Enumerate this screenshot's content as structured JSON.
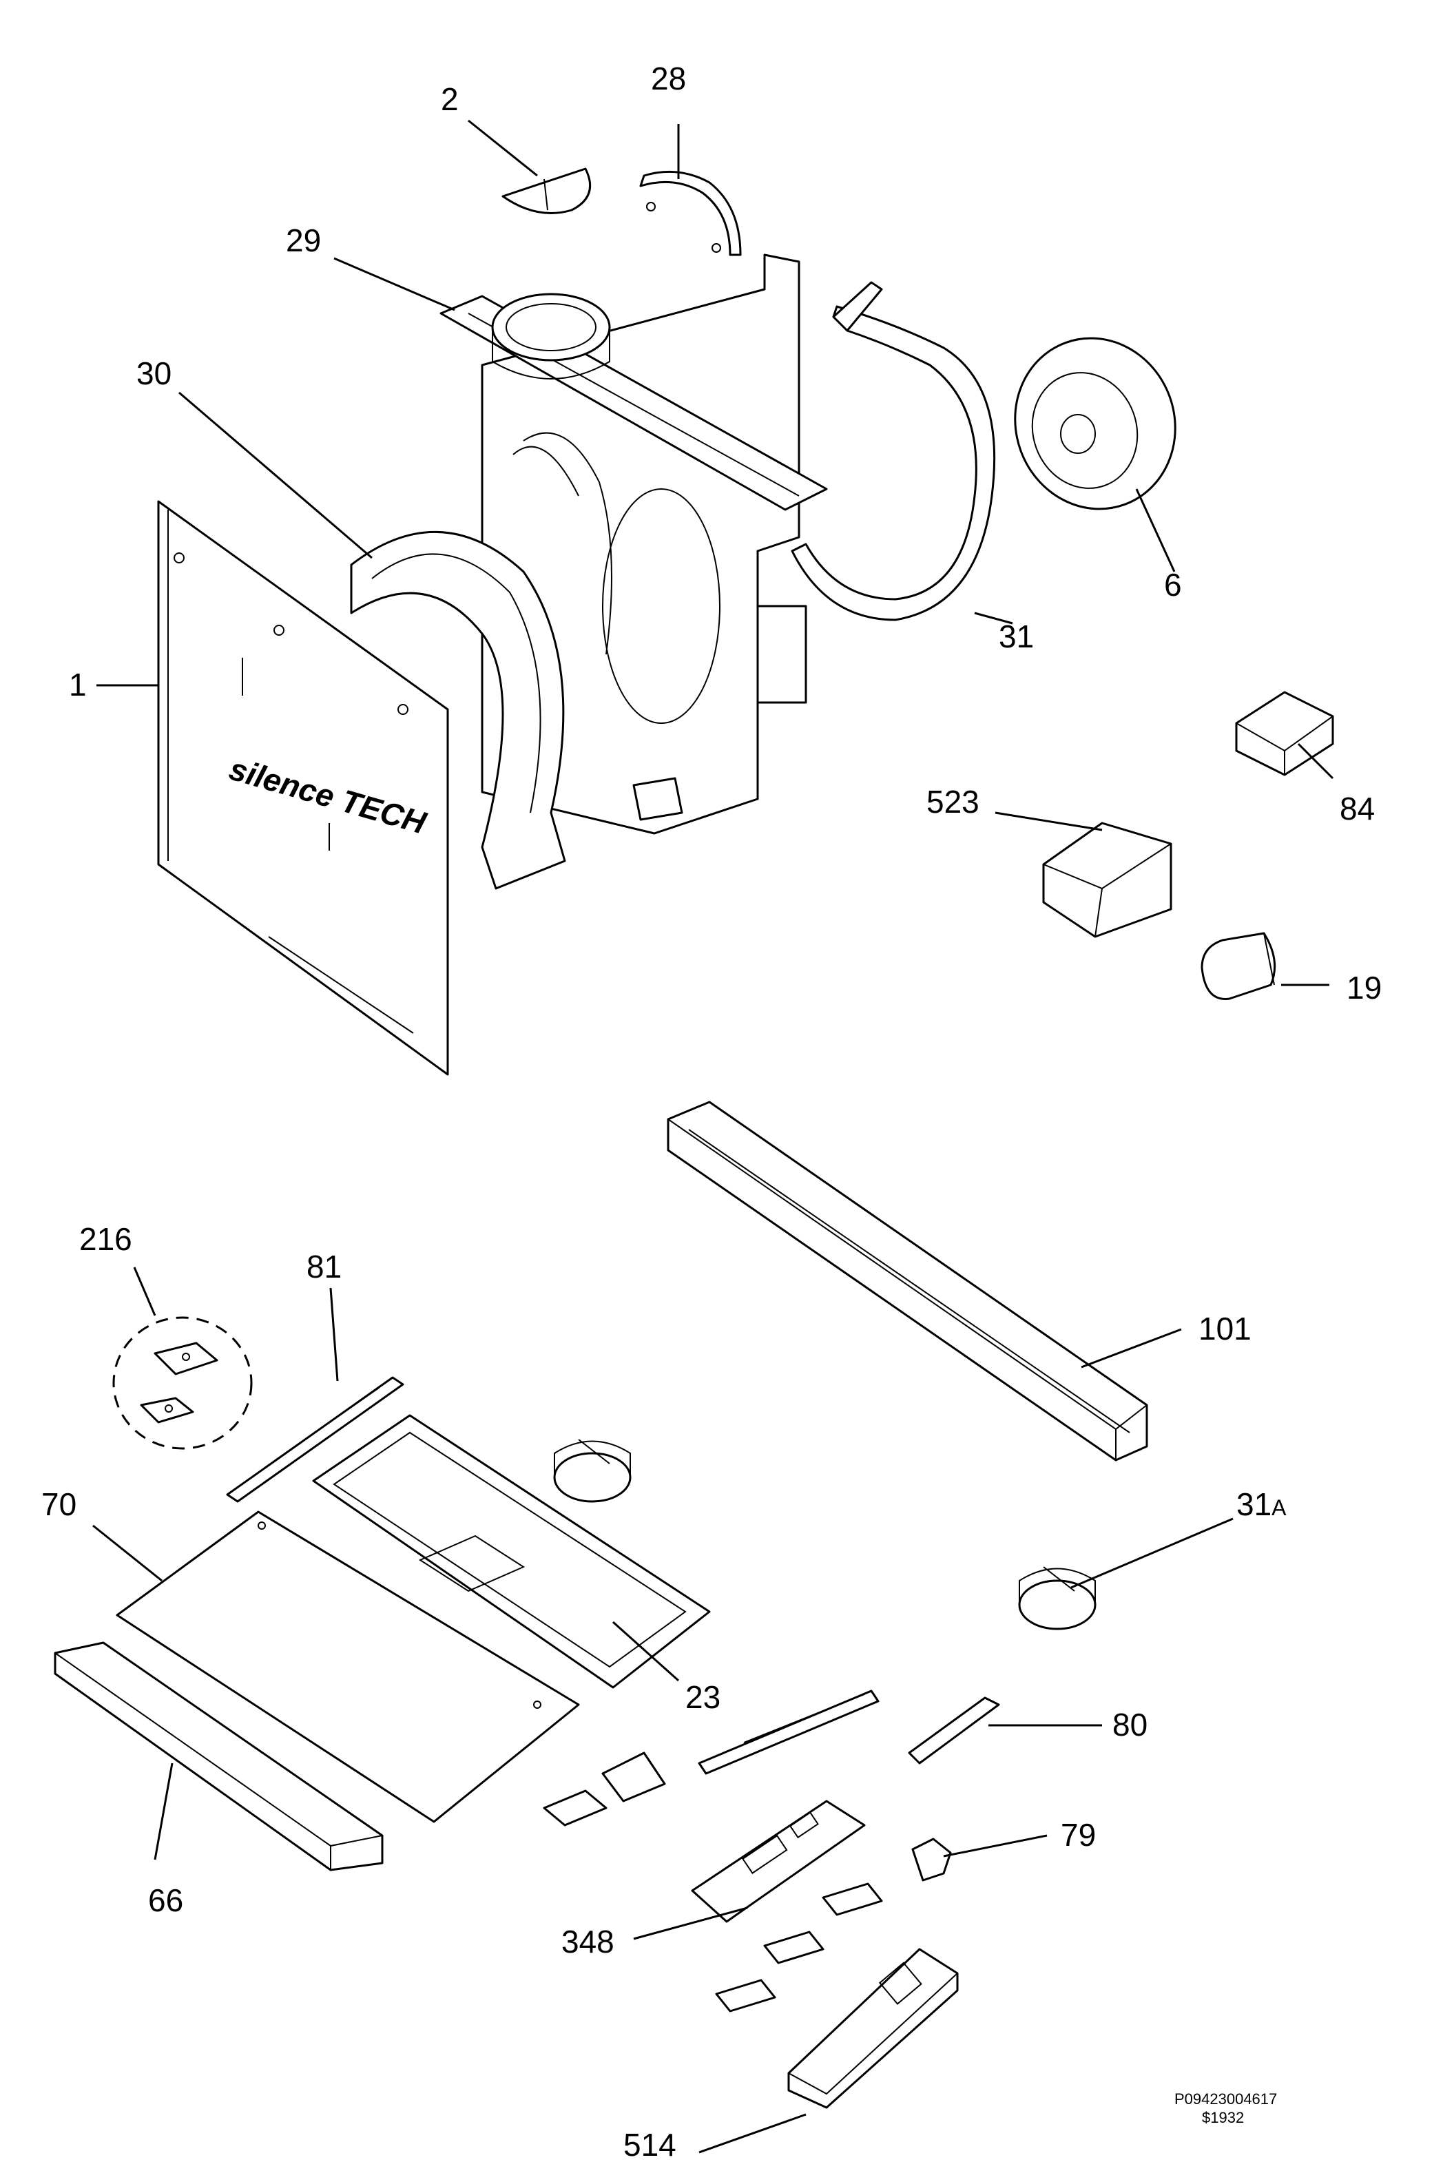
{
  "callouts": {
    "c1": "1",
    "c2": "2",
    "c6": "6",
    "c19": "19",
    "c23": "23",
    "c28": "28",
    "c29": "29",
    "c30": "30",
    "c31": "31",
    "c31a_num": "31",
    "c31a_suffix": "A",
    "c66": "66",
    "c70": "70",
    "c79": "79",
    "c80": "80",
    "c81": "81",
    "c84": "84",
    "c101": "101",
    "c216": "216",
    "c348": "348",
    "c514": "514",
    "c523": "523"
  },
  "logo_text": "silence TECH",
  "footer": {
    "doc_code": "P09423004617",
    "revision": "$1932"
  }
}
